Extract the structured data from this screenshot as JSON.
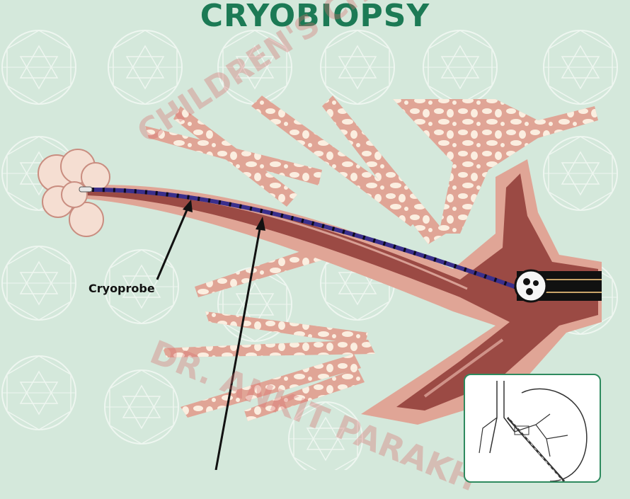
{
  "title": "CRYOBIOPSY",
  "labels": {
    "cryoprobe": "Cryoprobe"
  },
  "watermark": {
    "line1": "CHILDREN'S CHEST CLINIC",
    "line2": "DR. ANKIT PARAKH"
  },
  "colors": {
    "background": "#d4e8db",
    "title": "#1c7a55",
    "tissue": "#e0a596",
    "airway_lumen": "#9b4a44",
    "alveoli_spots": "#fbeee0",
    "probe": "#3a2f8c",
    "scope": "#111111",
    "inset_border": "#2e8a5e"
  },
  "icons": {
    "pattern": "faceted-circle-pattern",
    "bronchoscope_tip": "bronchoscope-tip-icon"
  }
}
